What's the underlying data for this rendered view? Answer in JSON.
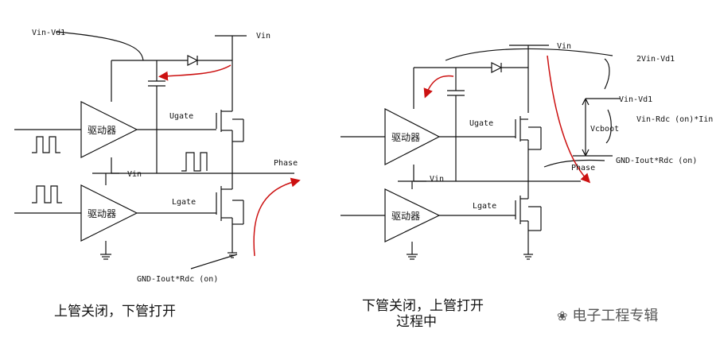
{
  "left": {
    "vin_vd1": "Vin-Vd1",
    "vin_top": "Vin",
    "ugate": "Ugate",
    "phase": "Phase",
    "vin_mid": "Vin",
    "lgate": "Lgate",
    "driver_top": "驱动器",
    "driver_bottom": "驱动器",
    "gnd_label": "GND-Iout*Rdc (on)",
    "caption": "上管关闭，下管打开"
  },
  "right": {
    "vin_top": "Vin",
    "ugate": "Ugate",
    "phase": "Phase",
    "vin_mid": "Vin",
    "lgate": "Lgate",
    "driver_top": "驱动器",
    "driver_bottom": "驱动器",
    "caption_line1": "下管关闭，上管打开",
    "caption_line2": "过程中"
  },
  "annotations": {
    "two_vin_vd1": "2Vin-Vd1",
    "vin_vd1": "Vin-Vd1",
    "vcboot": "Vcboot",
    "vin_rds": "Vin-Rdc (on)*Iin",
    "gnd_iout": "GND-Iout*Rdc (on)"
  },
  "watermark": "电子工程专辑",
  "colors": {
    "line": "#111111",
    "arrow": "#cc1111",
    "text": "#111111"
  }
}
